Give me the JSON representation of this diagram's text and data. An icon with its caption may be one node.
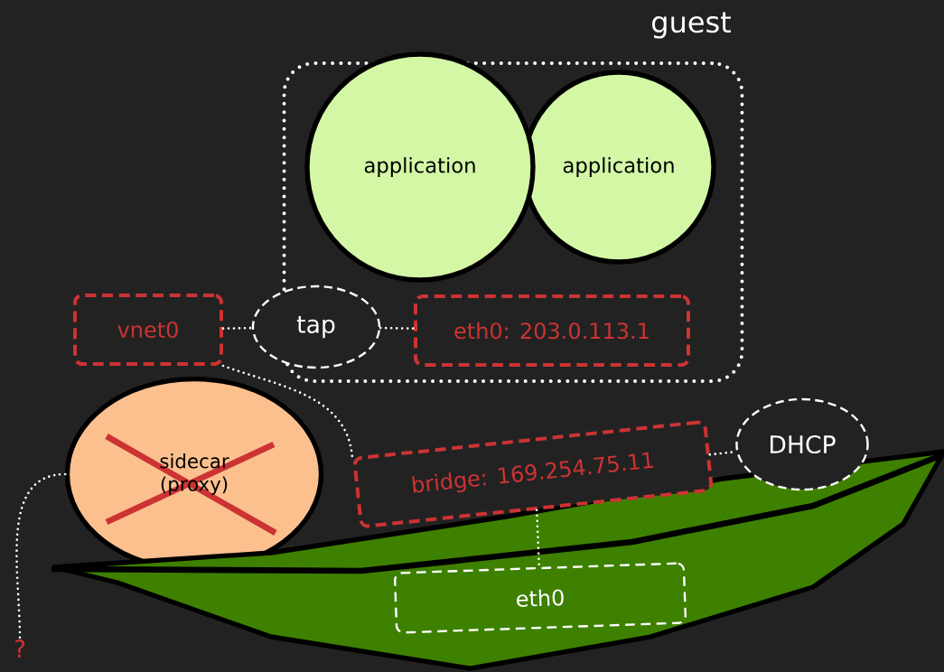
{
  "diagram": {
    "nodes": [
      {
        "text": [
          "guest"
        ]
      },
      {
        "text": [
          "application"
        ],
        "in": 0
      },
      {
        "text": [
          "application"
        ],
        "in": 0
      },
      {
        "text": [
          "vnet0"
        ]
      },
      {
        "text": [
          "tap"
        ]
      },
      {
        "text": [
          "eth0: 203.0.113.1"
        ],
        "in": 0
      },
      {
        "text": [
          "sidecar (proxy)"
        ]
      },
      {
        "text": [
          "bridge: 169.254.75.11"
        ]
      },
      {
        "text": [
          "DHCP"
        ]
      },
      {
        "text": [
          "eth0"
        ]
      },
      {
        "text": [
          "?"
        ]
      }
    ],
    "edges": [
      {
        "from": 3,
        "to": 4,
        "arrow": "none"
      },
      {
        "from": 4,
        "to": 5,
        "arrow": "none"
      },
      {
        "from": 3,
        "to": 7,
        "arrow": "none"
      },
      {
        "from": 7,
        "to": 8,
        "arrow": "none"
      },
      {
        "from": 7,
        "to": 9,
        "arrow": "none"
      },
      {
        "from": 6,
        "to": 10,
        "arrow": "none"
      }
    ]
  }
}
